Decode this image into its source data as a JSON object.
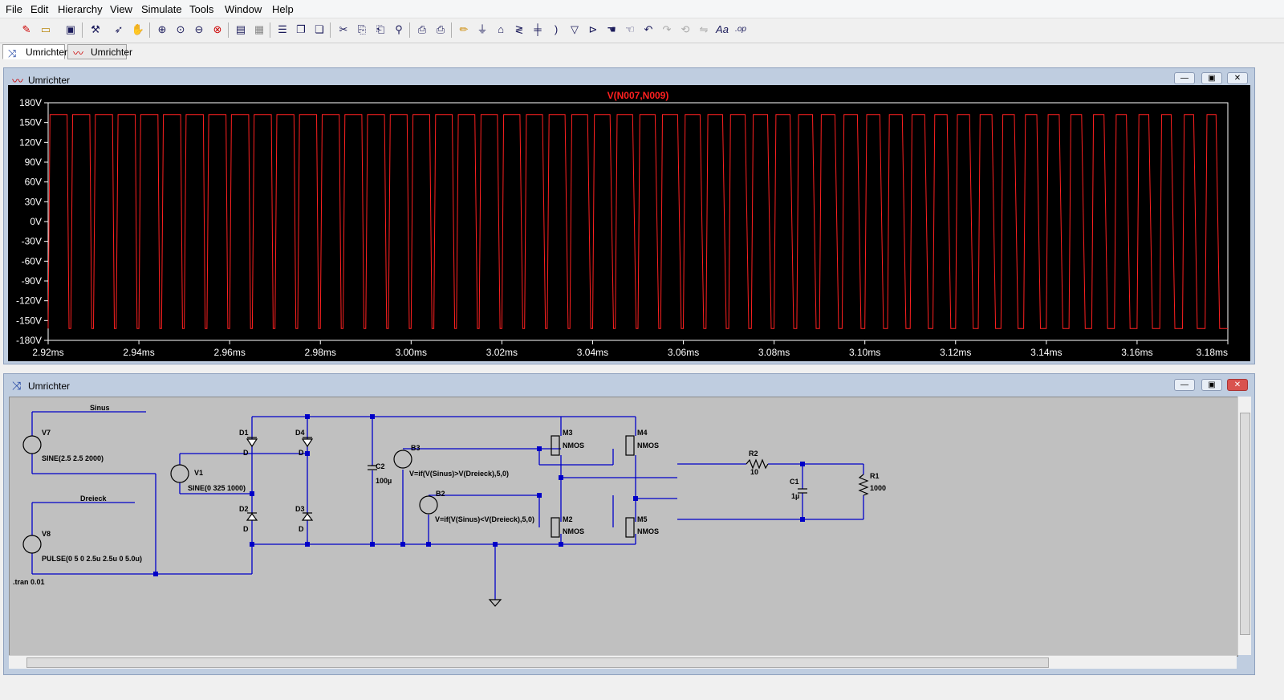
{
  "menu": [
    "File",
    "Edit",
    "Hierarchy",
    "View",
    "Simulate",
    "Tools",
    "Window",
    "Help"
  ],
  "tabs": [
    {
      "label": "Umrichter",
      "icon": "schematic-icon"
    },
    {
      "label": "Umrichter",
      "icon": "waveform-icon"
    }
  ],
  "plot_window": {
    "title": "Umrichter",
    "trace_label": "V(N007,N009)",
    "y_ticks": [
      "180V",
      "150V",
      "120V",
      "90V",
      "60V",
      "30V",
      "0V",
      "-30V",
      "-60V",
      "-90V",
      "-120V",
      "-150V",
      "-180V"
    ],
    "x_ticks": [
      "2.92ms",
      "2.94ms",
      "2.96ms",
      "2.98ms",
      "3.00ms",
      "3.02ms",
      "3.04ms",
      "3.06ms",
      "3.08ms",
      "3.10ms",
      "3.12ms",
      "3.14ms",
      "3.16ms",
      "3.18ms"
    ]
  },
  "chart_data": {
    "type": "line",
    "title": "V(N007,N009)",
    "xlim": [
      2.92,
      3.18
    ],
    "ylim": [
      -180,
      180
    ],
    "series": [
      {
        "name": "V(N007,N009)",
        "color": "#ff2020",
        "levels": [
          -162,
          162
        ],
        "switching_period_ms": 0.005
      }
    ]
  },
  "schematic_window": {
    "title": "Umrichter",
    "labels": {
      "sinus": "Sinus",
      "dreieck": "Dreieck",
      "v7": "V7",
      "v7_val": "SINE(2.5 2.5 2000)",
      "v8": "V8",
      "v8_val": "PULSE(0 5 0 2.5u 2.5u 0 5.0u)",
      "v1": "V1",
      "v1_val": "SINE(0 325 1000)",
      "tran": ".tran 0.01",
      "d1": "D1",
      "d2": "D2",
      "d3": "D3",
      "d4": "D4",
      "d": "D",
      "c2": "C2",
      "c2_val": "100µ",
      "b3": "B3",
      "b3_val": "V=if(V(Sinus)>V(Dreieck),5,0)",
      "b2": "B2",
      "b2_val": "V=if(V(Sinus)<V(Dreieck),5,0)",
      "m3": "M3",
      "m2": "M2",
      "m4": "M4",
      "m5": "M5",
      "nmos": "NMOS",
      "r2": "R2",
      "r2_val": "10",
      "c1": "C1",
      "c1_val": "1µ",
      "r1": "R1",
      "r1_val": "1000"
    }
  }
}
